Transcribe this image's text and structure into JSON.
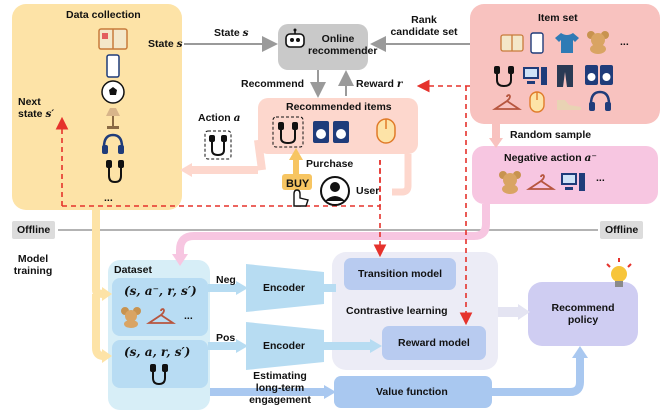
{
  "data_collection": {
    "title": "Data collection",
    "state_label": "State",
    "state_var": "s",
    "next_state_label": "Next",
    "next_state_label_2": "state",
    "next_state_var": "s′",
    "action_label": "Action",
    "action_var": "a",
    "ellipsis": "..."
  },
  "online": {
    "state_arrow_label": "State",
    "state_arrow_var": "s",
    "recommender_line1": "Online",
    "recommender_line2": "recommender",
    "rank_line1": "Rank",
    "rank_line2": "candidate set",
    "recommend_label": "Recommend",
    "reward_label": "Reward",
    "reward_var": "r",
    "recommended_items_title": "Recommended items",
    "purchase_label": "Purchase",
    "user_label": "User",
    "buy_text": "BUY"
  },
  "item_set": {
    "title": "Item set",
    "ellipsis": "...",
    "random_sample_label": "Random sample"
  },
  "negative": {
    "title": "Negative action",
    "var": "a⁻",
    "ellipsis": "..."
  },
  "offline": {
    "left_tag": "Offline",
    "right_tag": "Offline",
    "model_training_line1": "Model",
    "model_training_line2": "training"
  },
  "training": {
    "dataset_title": "Dataset",
    "neg_tuple": "(s, a⁻, r, s′)",
    "pos_tuple": "(s, a, r, s′)",
    "neg_label": "Neg",
    "pos_label": "Pos",
    "encoder_1": "Encoder",
    "encoder_2": "Encoder",
    "transition_model": "Transition model",
    "contrastive_learning": "Contrastive learning",
    "reward_model": "Reward model",
    "estimating_line1": "Estimating",
    "estimating_line2": "long-term",
    "estimating_line3": "engagement",
    "value_function": "Value function",
    "policy_line1": "Recommend",
    "policy_line2": "policy",
    "ellipsis": "..."
  },
  "colors": {
    "data_collection_bg": "#fde3a7",
    "item_set_bg": "#f8c2bf",
    "recommended_bg": "#fdd7cd",
    "negative_bg": "#f7c6e1",
    "dataset_bg": "#d7eef7",
    "contrastive_bg": "#ececf6",
    "policy_bg": "#cfcdf2",
    "encoder_blue": "#b7dcf2",
    "value_blue": "#a9c8f0",
    "red_dash": "#e5322c"
  },
  "icons": [
    "book-icon",
    "phone-icon",
    "tshirt-icon",
    "teddy-bear-icon",
    "earphones-icon",
    "mouse-icon",
    "computer-icon",
    "jeans-icon",
    "speaker-icon",
    "hanger-icon",
    "shoe-icon",
    "headphones-icon",
    "soccer-ball-icon",
    "lamp-icon",
    "robot-icon",
    "user-icon",
    "lightbulb-icon",
    "hand-cursor-icon"
  ]
}
